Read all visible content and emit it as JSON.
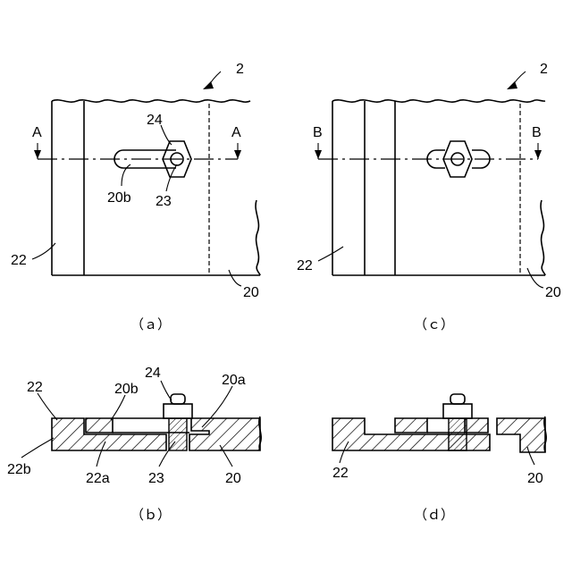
{
  "view_a": {
    "ref_2": "2",
    "sec_left": "A",
    "sec_right": "A",
    "ref_24": "24",
    "ref_20b": "20b",
    "ref_23": "23",
    "ref_22": "22",
    "ref_20": "20",
    "caption": "（ａ）"
  },
  "view_c": {
    "ref_2": "2",
    "sec_left": "B",
    "sec_right": "B",
    "ref_22": "22",
    "ref_20": "20",
    "caption": "（ｃ）"
  },
  "view_b": {
    "ref_22": "22",
    "ref_20b": "20b",
    "ref_24": "24",
    "ref_20a": "20a",
    "ref_22b": "22b",
    "ref_22a": "22a",
    "ref_23": "23",
    "ref_20": "20",
    "caption": "（ｂ）"
  },
  "view_d": {
    "ref_22": "22",
    "ref_20": "20",
    "caption": "（ｄ）"
  }
}
